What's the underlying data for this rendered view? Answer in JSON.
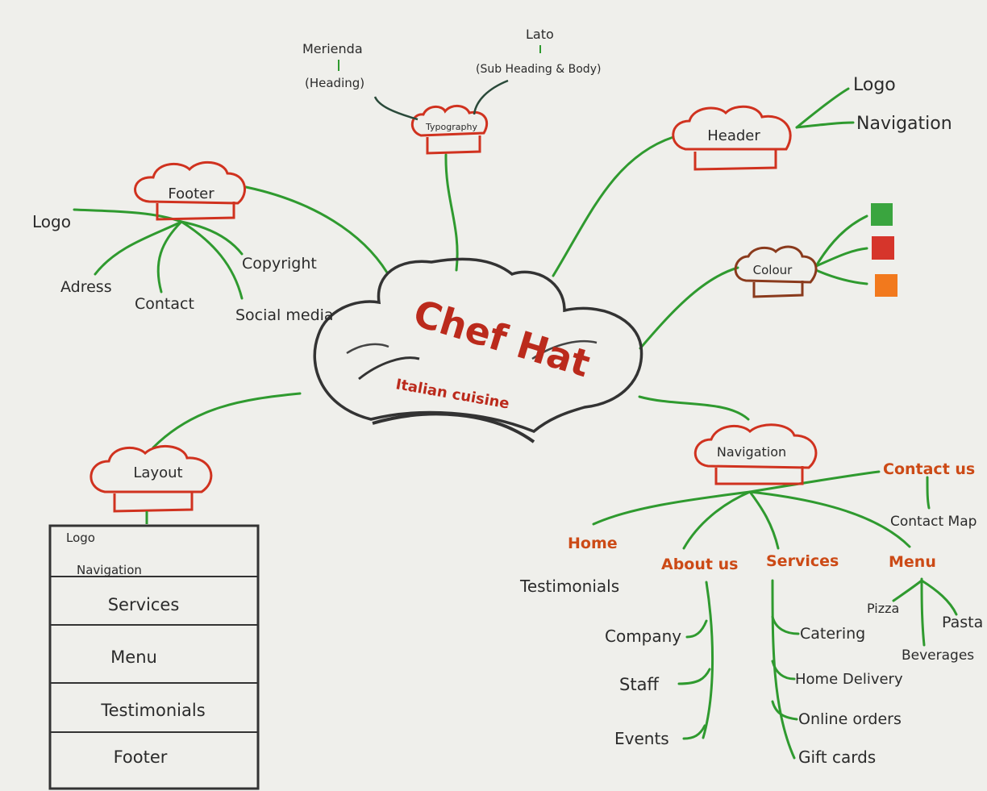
{
  "center": {
    "title": "Chef Hat",
    "subtitle": "Italian cuisine"
  },
  "typography": {
    "label": "Typography",
    "heading_font": "Merienda",
    "heading_role": "(Heading)",
    "body_font": "Lato",
    "body_role": "(Sub Heading & Body)"
  },
  "header": {
    "label": "Header",
    "items": [
      "Logo",
      "Navigation"
    ]
  },
  "colour": {
    "label": "Colour",
    "swatches": [
      "#3aa53f",
      "#d6352b",
      "#f2791d"
    ]
  },
  "footer": {
    "label": "Footer",
    "items": [
      "Logo",
      "Adress",
      "Contact",
      "Copyright",
      "Social media"
    ]
  },
  "layout": {
    "label": "Layout",
    "rows": [
      "Logo",
      "Navigation",
      "Services",
      "Menu",
      "Testimonials",
      "Footer"
    ]
  },
  "navigation": {
    "label": "Navigation",
    "home": {
      "label": "Home",
      "children": [
        "Testimonials"
      ]
    },
    "about": {
      "label": "About us",
      "children": [
        "Company",
        "Staff",
        "Events"
      ]
    },
    "services": {
      "label": "Services",
      "children": [
        "Catering",
        "Home Delivery",
        "Online orders",
        "Gift cards"
      ]
    },
    "menu": {
      "label": "Menu",
      "children": [
        "Pizza",
        "Pasta",
        "Beverages"
      ]
    },
    "contact": {
      "label": "Contact us",
      "children": [
        "Contact Map"
      ]
    }
  },
  "colors": {
    "branch": "#2f9a2f",
    "hat_outline": "#d0321f",
    "text": "#2b2b2b",
    "accent": "#cc4a16"
  }
}
